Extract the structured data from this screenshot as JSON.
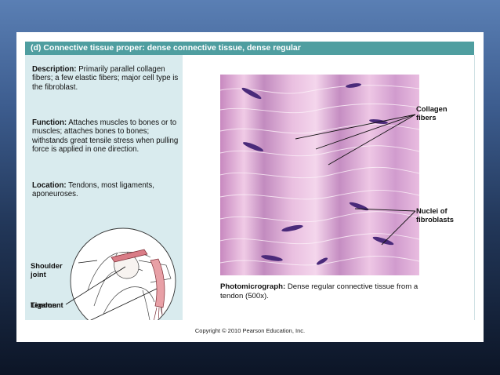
{
  "header": {
    "title": "(d)  Connective tissue proper: dense connective tissue, dense regular"
  },
  "description": {
    "label": "Description:",
    "text": " Primarily parallel collagen fibers; a few elastic fibers; major cell type is the fibroblast."
  },
  "function": {
    "label": "Function:",
    "text": " Attaches muscles to bones or to muscles; attaches bones to bones; withstands great tensile stress when pulling force is applied in one direction."
  },
  "location": {
    "label": "Location:",
    "text": " Tendons, most ligaments, aponeuroses."
  },
  "illustration_labels": {
    "shoulder_joint_line1": "Shoulder",
    "shoulder_joint_line2": "joint",
    "ligament": "Ligament",
    "tendon": "Tendon"
  },
  "micrograph_labels": {
    "collagen_line1": "Collagen",
    "collagen_line2": "fibers",
    "nuclei_line1": "Nuclei of",
    "nuclei_line2": "fibroblasts"
  },
  "caption": {
    "label": "Photomicrograph:",
    "text": " Dense regular connective tissue from a  tendon (500x)."
  },
  "copyright": "Copyright © 2010 Pearson Education, Inc.",
  "colors": {
    "header": "#4f9ea0",
    "left_panel": "#d9ebee",
    "tissue_pink": "#e6b2d6",
    "nucleus": "#4a2a7a"
  }
}
